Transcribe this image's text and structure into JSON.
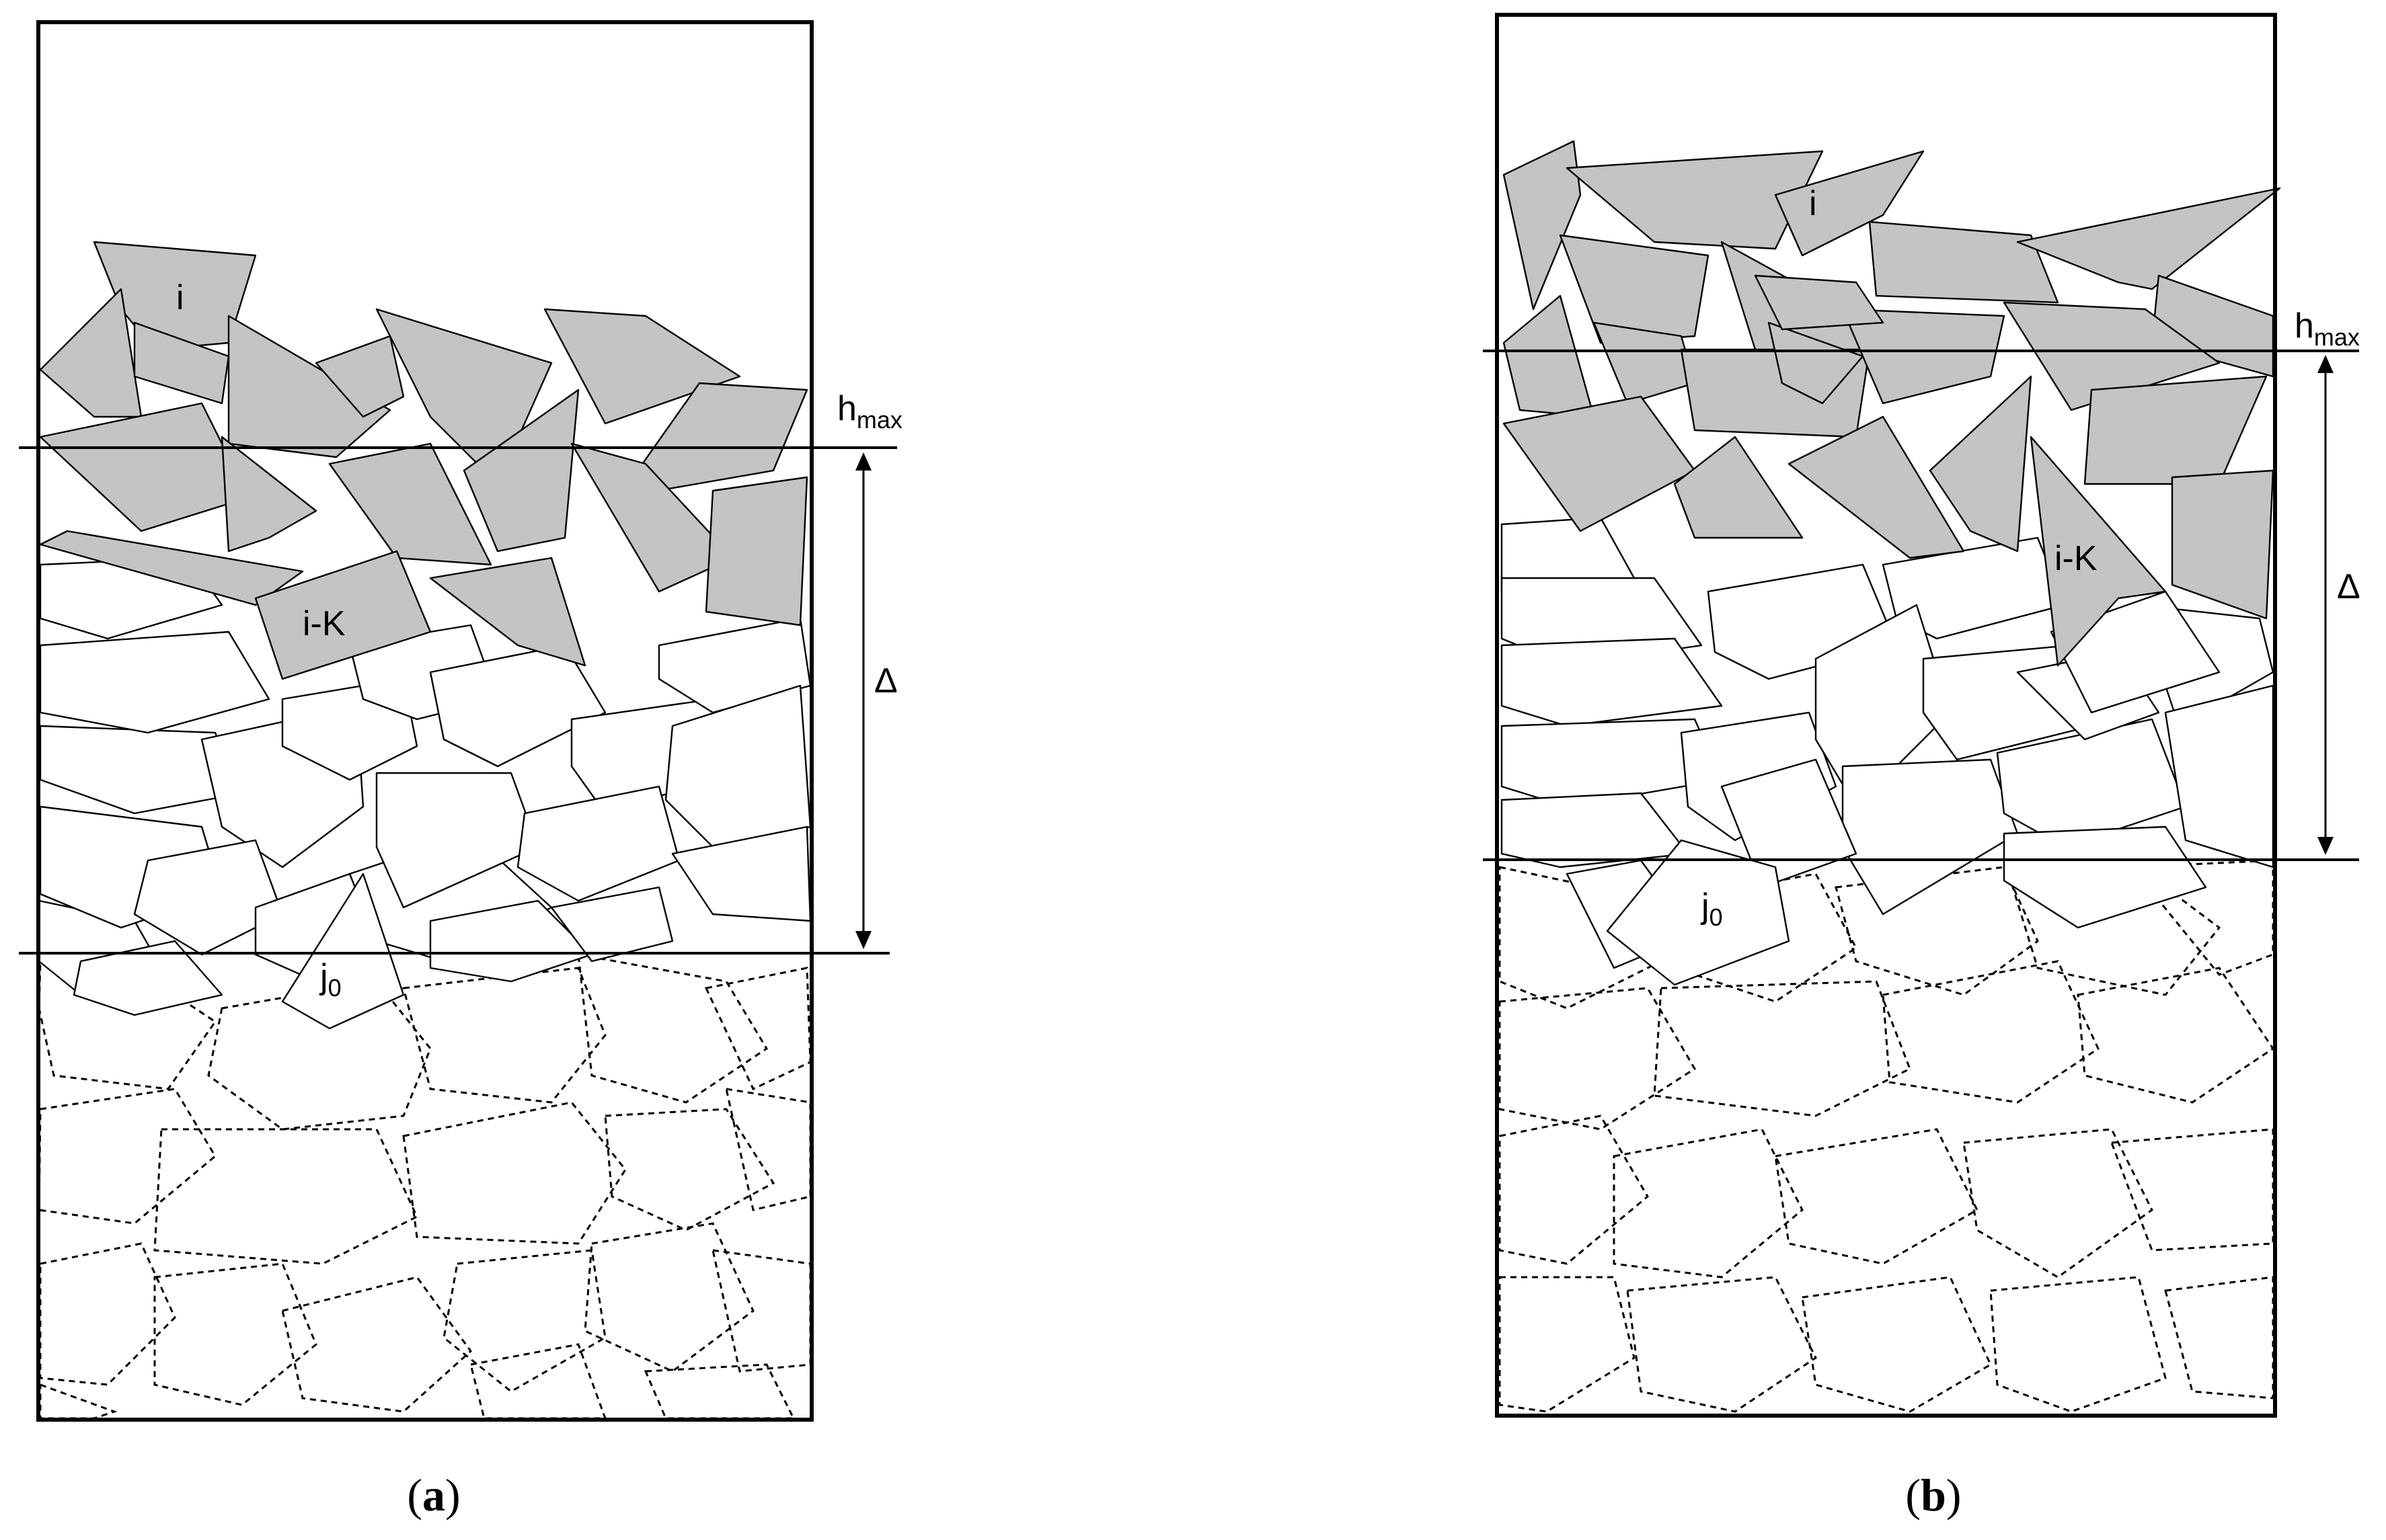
{
  "panels": [
    {
      "id": "a",
      "caption": {
        "open": "(",
        "letter": "a",
        "close": ")"
      },
      "labels": {
        "particle_i": "i",
        "particle_ik": "i-K",
        "particle_j0": "j",
        "particle_j0_sub": "0",
        "hmax": "h",
        "hmax_sub": "max",
        "delta": "Δ"
      }
    },
    {
      "id": "b",
      "caption": {
        "open": "(",
        "letter": "b",
        "close": ")"
      },
      "labels": {
        "particle_i": "i",
        "particle_ik": "i-K",
        "particle_j0": "j",
        "particle_j0_sub": "0",
        "hmax": "h",
        "hmax_sub": "max",
        "delta": "Δ"
      }
    }
  ],
  "colors": {
    "shaded_particle": "#c4c4c4",
    "open_particle": "#ffffff",
    "outline": "#000000"
  }
}
